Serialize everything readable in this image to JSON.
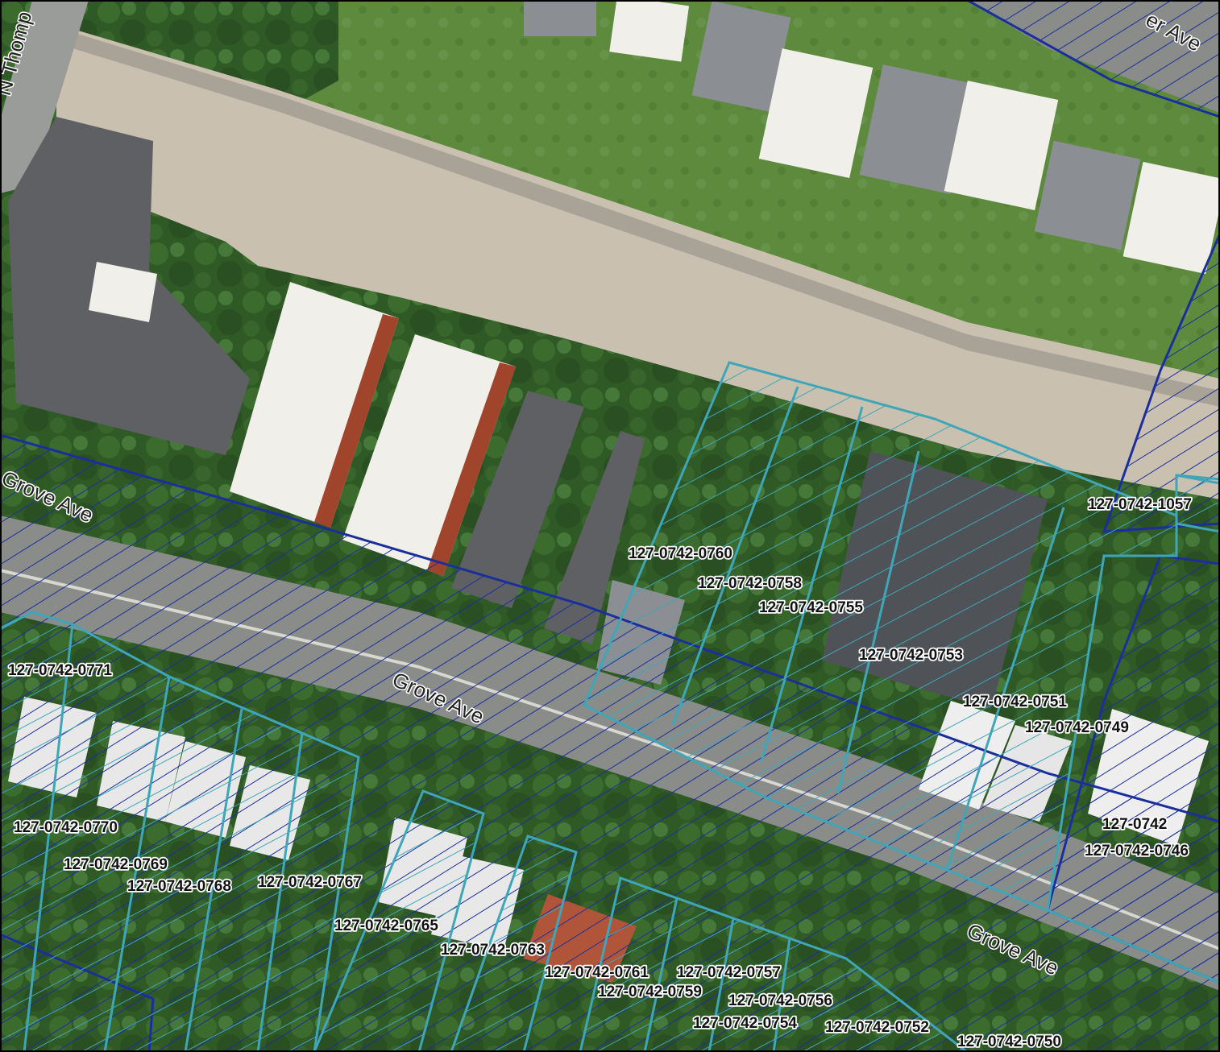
{
  "streets": {
    "grove_1": "Grove Ave",
    "grove_2": "Grove Ave",
    "grove_3": "Grove Ave",
    "top_right": "er Ave",
    "thompson": "N Thomp"
  },
  "parcels": [
    "127-0742-1057",
    "127-0742-0760",
    "127-0742-0758",
    "127-0742-0755",
    "127-0742-0753",
    "127-0742-0751",
    "127-0742-0749",
    "127-0742-0771",
    "127-0742",
    "127-0742-0746",
    "127-0742-0770",
    "127-0742-0769",
    "127-0742-0768",
    "127-0742-0767",
    "127-0742-0765",
    "127-0742-0763",
    "127-0742-0761",
    "127-0742-0757",
    "127-0742-0759",
    "127-0742-0756",
    "127-0742-0754",
    "127-0742-0752",
    "127-0742-0750"
  ],
  "colors": {
    "parcel_outline_teal": "#3fa6b8",
    "parcel_outline_navy": "#1b2f9c",
    "road": "#8a8c8a",
    "vegetation": "#2f5a25",
    "lawn": "#5d8a3c",
    "flat_roof": "#f1efe9",
    "shingle_roof": "#5e6064",
    "lot": "#c9c0b0"
  }
}
